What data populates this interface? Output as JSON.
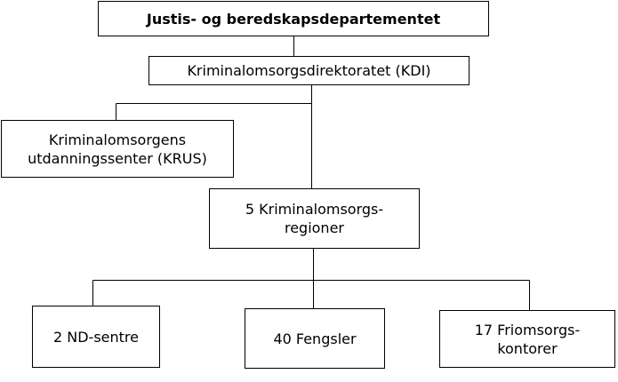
{
  "org_chart": {
    "ministry": "Justis- og beredskapsdepartementet",
    "directorate": "Kriminalomsorgsdirektoratet (KDI)",
    "krus": "Kriminalomsorgens\nutdanningssenter (KRUS)",
    "regions": "5 Kriminalomsorgs-\nregioner",
    "nd_centres": "2 ND-sentre",
    "prisons": "40 Fengsler",
    "probation": "17 Friomsorgs-\nkontorer"
  }
}
